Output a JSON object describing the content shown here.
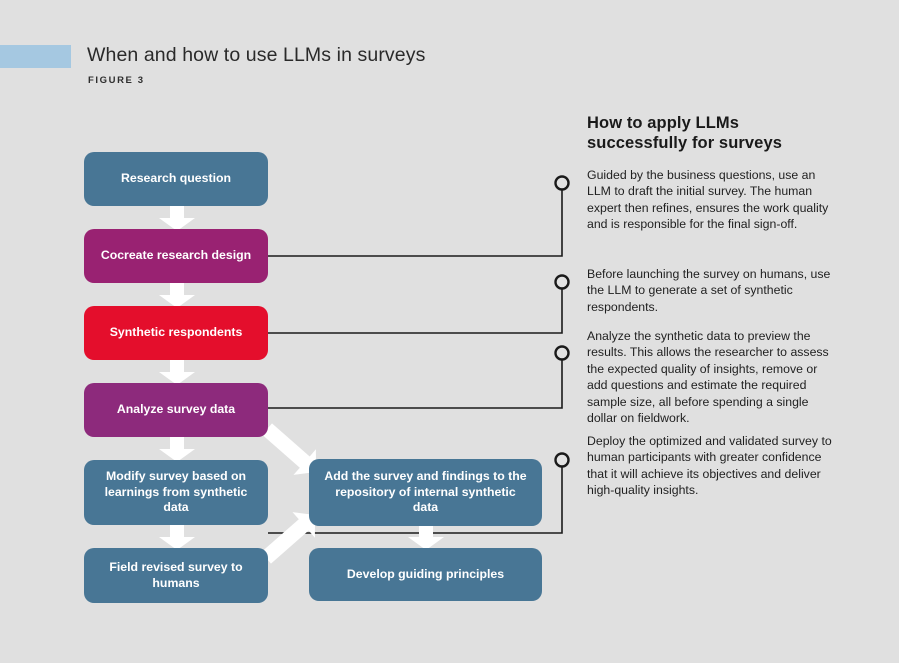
{
  "header": {
    "title": "When and how to use LLMs in surveys",
    "figure_label": "FIGURE 3"
  },
  "flow": {
    "boxes": [
      {
        "label": "Research question",
        "color": "#487695"
      },
      {
        "label": "Cocreate research design",
        "color": "#992272"
      },
      {
        "label": "Synthetic respondents",
        "color": "#e40e2c"
      },
      {
        "label": "Analyze survey data",
        "color": "#8d2a7c"
      },
      {
        "label": "Modify survey based on learnings from synthetic data",
        "color": "#487695"
      },
      {
        "label": "Field revised survey to humans",
        "color": "#487695"
      },
      {
        "label": "Add the survey and findings to the repository of internal synthetic data",
        "color": "#487695"
      },
      {
        "label": "Develop guiding principles",
        "color": "#487695"
      }
    ]
  },
  "sidebar": {
    "heading": "How to apply LLMs successfully for surveys",
    "paragraphs": [
      "Guided by the business questions, use an LLM to draft the initial survey. The human expert then refines, ensures the work quality and is responsible for the final sign-off.",
      "Before launching the survey on humans, use the LLM to generate a set of synthetic respondents.",
      "Analyze the synthetic data to preview the results. This allows the researcher to assess the expected quality of insights, remove or add questions and estimate the required sample size, all before spending a single dollar on fieldwork.",
      "Deploy the optimized and validated survey to human participants with greater confi­dence that it will achieve its objectives and deliver high-quality insights."
    ]
  },
  "colors": {
    "background": "#e0e0e0",
    "accent_bar": "#a5c8e1",
    "steel_blue": "#487695",
    "magenta": "#992272",
    "red": "#e40e2c",
    "purple": "#8d2a7c",
    "connector": "#1a1a1a",
    "arrow": "#ffffff"
  }
}
